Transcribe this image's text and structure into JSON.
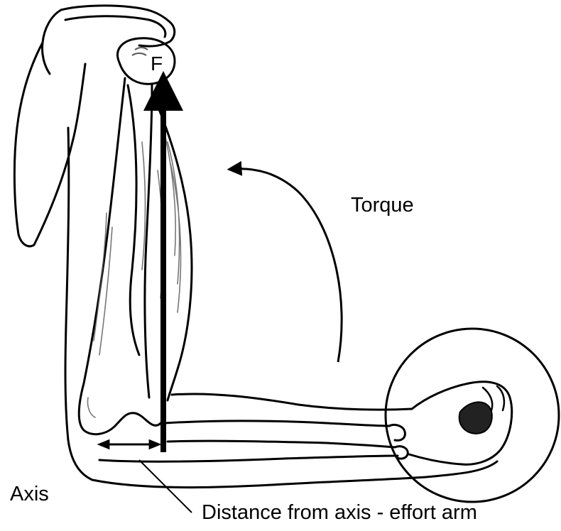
{
  "diagram": {
    "labels": {
      "force": "F",
      "torque": "Torque",
      "axis": "Axis",
      "effort_arm": "Distance from axis - effort arm"
    },
    "colors": {
      "ink": "#000000",
      "background": "#ffffff",
      "shading": "#555555",
      "fist_fill": "#222222"
    },
    "illustration": "elbow-flexion-arm-sketch"
  }
}
